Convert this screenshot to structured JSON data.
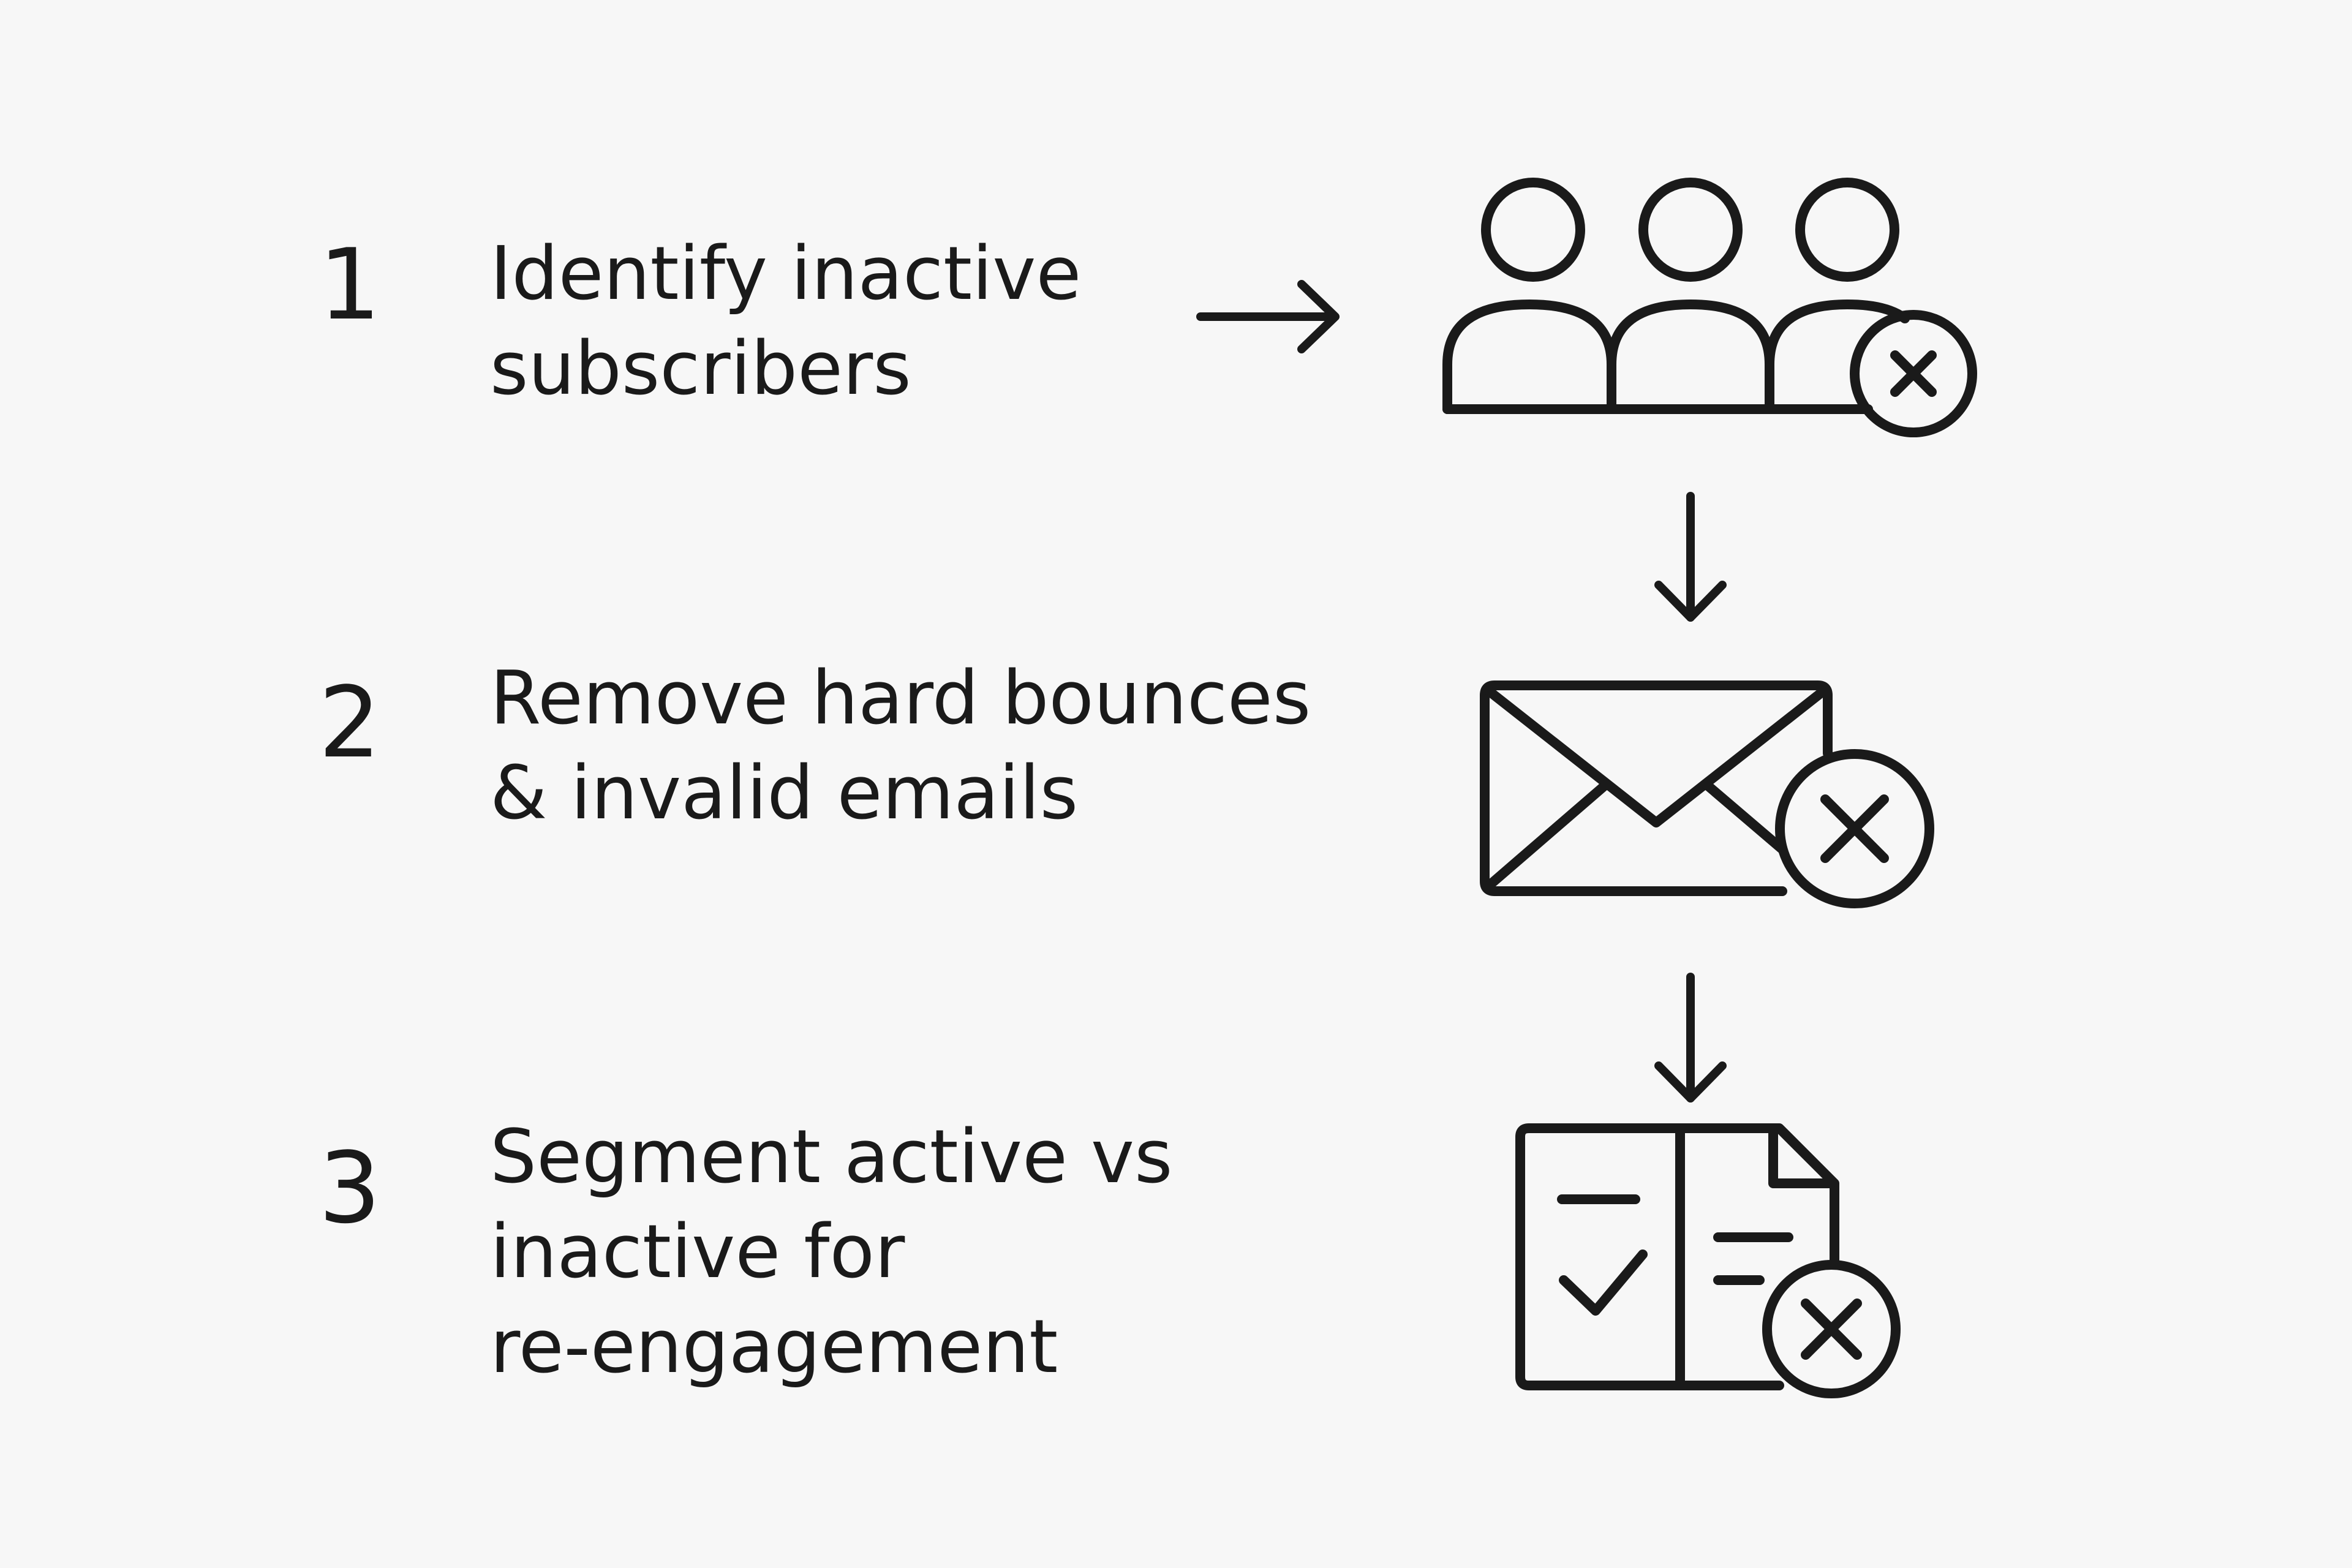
{
  "steps": [
    {
      "number": "1",
      "text": "Identify inactive\nsubscribers",
      "icon": "inactive-users-icon"
    },
    {
      "number": "2",
      "text": "Remove hard bounces\n& invalid emails",
      "icon": "invalid-email-icon"
    },
    {
      "number": "3",
      "text": "Segment active vs\ninactive for\nre-engagement",
      "icon": "segment-list-icon"
    }
  ],
  "colors": {
    "background": "#f7f7f7",
    "ink": "#1a1a1a"
  }
}
